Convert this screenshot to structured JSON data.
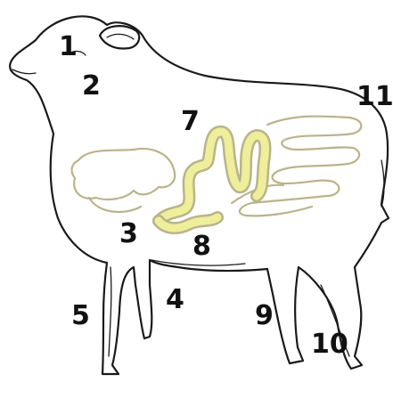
{
  "labels": {
    "l1": "1",
    "l2": "2",
    "l3": "3",
    "l4": "4",
    "l5": "5",
    "l7": "7",
    "l8": "8",
    "l9": "9",
    "l10": "10",
    "l11": "11"
  },
  "colors": {
    "outline": "#1a1a1a",
    "organ_outline": "#b9b48a",
    "small_intestine_fill": "#efee9a",
    "background": "#ffffff"
  }
}
